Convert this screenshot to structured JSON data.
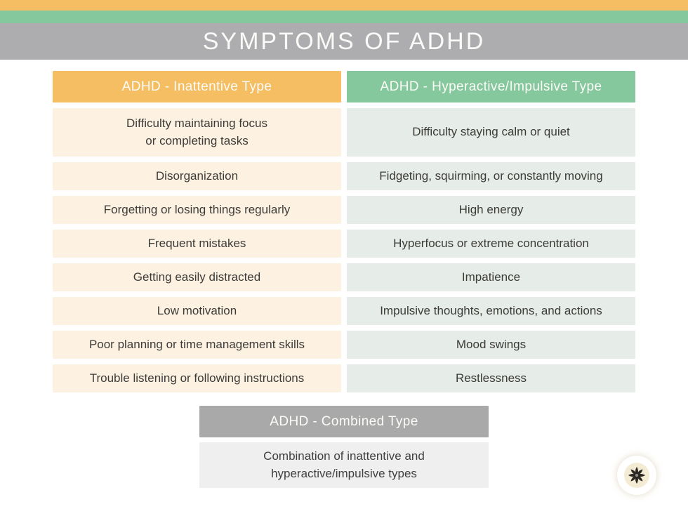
{
  "title": "SYMPTOMS OF ADHD",
  "colors": {
    "accent_orange": "#F5BE62",
    "accent_green": "#85C89D",
    "header_gray": "#ADADAF",
    "combined_gray": "#A9A9A9",
    "row_cream": "#FDF1E1",
    "row_sage": "#E6ECE8",
    "row_lightgray": "#EFEFEF",
    "text_dark": "#3D3B38",
    "text_white": "#FCFBF7"
  },
  "columns": [
    {
      "header": "ADHD - Inattentive Type",
      "items": [
        "Difficulty maintaining focus\nor completing tasks",
        "Disorganization",
        "Forgetting or losing things regularly",
        "Frequent mistakes",
        "Getting easily distracted",
        "Low motivation",
        "Poor planning or time management skills",
        "Trouble listening or following instructions"
      ]
    },
    {
      "header": "ADHD - Hyperactive/Impulsive Type",
      "items": [
        "Difficulty staying calm or quiet",
        "Fidgeting, squirming, or constantly moving",
        "High energy",
        "Hyperfocus or extreme concentration",
        "Impatience",
        "Impulsive thoughts, emotions, and actions",
        "Mood swings",
        "Restlessness"
      ]
    }
  ],
  "combined": {
    "header": "ADHD - Combined Type",
    "body": "Combination of inattentive and\nhyperactive/impulsive types"
  },
  "logo": {
    "icon": "flower-icon"
  }
}
